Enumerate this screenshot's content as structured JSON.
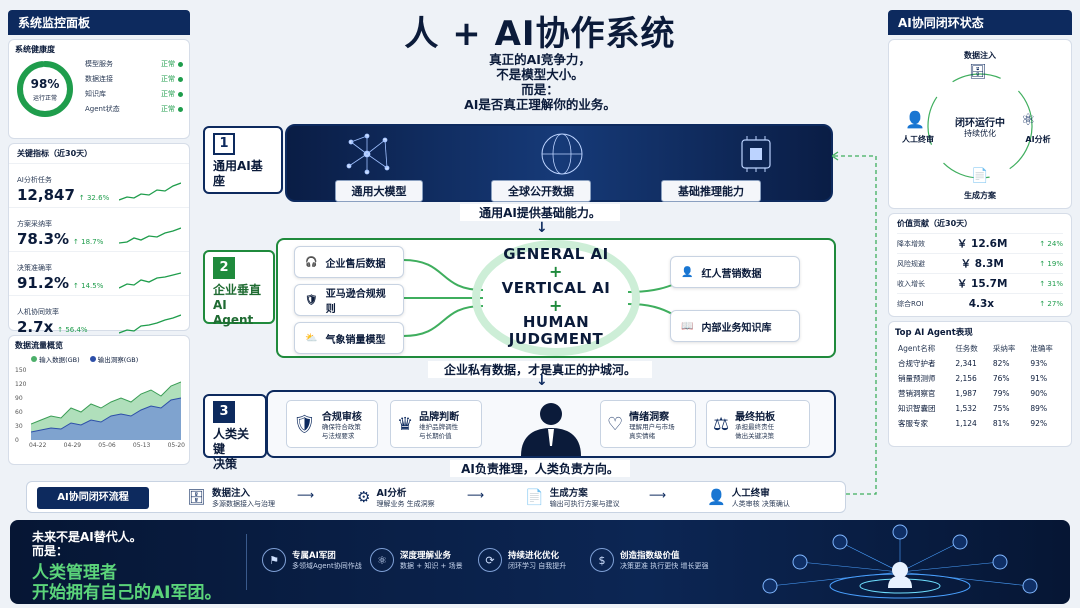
{
  "title": "人 + AI协作系统",
  "subtitle": [
    "真正的AI竞争力，",
    "不是模型大小。",
    "而是：",
    "AI是否真正理解你的业务。"
  ],
  "left_panel": {
    "header": "系统监控面板",
    "health": {
      "title": "系统健康度",
      "percent": "98%",
      "status": "运行正常",
      "percent_value": 0.98,
      "items": [
        {
          "name": "模型服务",
          "status": "正常"
        },
        {
          "name": "数据连接",
          "status": "正常"
        },
        {
          "name": "知识库",
          "status": "正常"
        },
        {
          "name": "Agent状态",
          "status": "正常"
        }
      ]
    },
    "kpi": {
      "title": "关键指标（近30天）",
      "items": [
        {
          "label": "AI分析任务",
          "value": "12,847",
          "change": "↑ 32.6%"
        },
        {
          "label": "方案采纳率",
          "value": "78.3%",
          "change": "↑ 18.7%"
        },
        {
          "label": "决策准确率",
          "value": "91.2%",
          "change": "↑ 14.5%"
        },
        {
          "label": "人机协同效率",
          "value": "2.7x",
          "change": "↑ 56.4%"
        }
      ]
    },
    "traffic": {
      "title": "数据流量概览",
      "legend_in": "输入数据(GB)",
      "legend_out": "输出洞察(GB)",
      "y_ticks": [
        "150",
        "120",
        "90",
        "60",
        "30",
        "0"
      ],
      "x_ticks": [
        "04-22",
        "04-29",
        "05-06",
        "05-13",
        "05-20"
      ]
    }
  },
  "levels": {
    "l1": {
      "num": "1",
      "label": "通用AI基座",
      "chips": [
        "通用大模型",
        "全球公开数据",
        "基础推理能力"
      ],
      "caption": "通用AI提供基础能力。"
    },
    "l2": {
      "num": "2",
      "label": [
        "企业垂直",
        "AI Agent"
      ],
      "left_sources": [
        "企业售后数据",
        "亚马逊合规规则",
        "气象销量模型"
      ],
      "right_sources": [
        "红人营销数据",
        "内部业务知识库"
      ],
      "center": [
        "GENERAL AI",
        "+",
        "VERTICAL AI",
        "+",
        "HUMAN",
        "JUDGMENT"
      ],
      "caption": "企业私有数据，才是真正的护城河。"
    },
    "l3": {
      "num": "3",
      "label": [
        "人类关键",
        "决策"
      ],
      "cards": [
        {
          "title": "合规审核",
          "desc": [
            "确保符合政策",
            "与法规要求"
          ]
        },
        {
          "title": "品牌判断",
          "desc": [
            "维护品牌调性",
            "与长期价值"
          ]
        },
        {
          "title": "情绪洞察",
          "desc": [
            "理解用户与市场",
            "真实情绪"
          ]
        },
        {
          "title": "最终拍板",
          "desc": [
            "承担最终责任",
            "做出关键决策"
          ]
        }
      ],
      "caption": "AI负责推理，人类负责方向。"
    }
  },
  "flow": {
    "label": "AI协同闭环流程",
    "steps": [
      {
        "title": "数据注入",
        "desc": "多源数据接入与治理"
      },
      {
        "title": "AI分析",
        "desc": "理解业务  生成洞察"
      },
      {
        "title": "生成方案",
        "desc": "输出可执行方案与建议"
      },
      {
        "title": "人工终审",
        "desc": "人类审核  决策确认"
      }
    ]
  },
  "right_panel": {
    "header": "AI协同闭环状态",
    "loop": {
      "top": "数据注入",
      "right": "AI分析",
      "bottom": "生成方案",
      "left": "人工终审",
      "center_title": "闭环运行中",
      "center_sub": "持续优化"
    },
    "value": {
      "title": "价值贡献（近30天）",
      "items": [
        {
          "label": "降本增效",
          "value": "￥ 12.6M",
          "change": "↑ 24%"
        },
        {
          "label": "风险规避",
          "value": "￥ 8.3M",
          "change": "↑ 19%"
        },
        {
          "label": "收入增长",
          "value": "￥ 15.7M",
          "change": "↑ 31%"
        },
        {
          "label": "综合ROI",
          "value": "4.3x",
          "change": "↑ 27%"
        }
      ]
    },
    "agents": {
      "title": "Top AI Agent表现",
      "columns": [
        "Agent名称",
        "任务数",
        "采纳率",
        "准确率"
      ],
      "rows": [
        [
          "合规守护者",
          "2,341",
          "82%",
          "93%"
        ],
        [
          "销量预测师",
          "2,156",
          "76%",
          "91%"
        ],
        [
          "营销洞察官",
          "1,987",
          "79%",
          "90%"
        ],
        [
          "知识智囊团",
          "1,532",
          "75%",
          "89%"
        ],
        [
          "客服专家",
          "1,124",
          "81%",
          "92%"
        ]
      ]
    }
  },
  "footer": {
    "line1": "未来不是AI替代人。",
    "line2": "而是：",
    "line3": "人类管理者",
    "line4": "开始拥有自己的AI军团。",
    "items": [
      {
        "title": "专属AI军团",
        "desc": "多领域Agent协同作战"
      },
      {
        "title": "深度理解业务",
        "desc": "数据 + 知识 + 场景"
      },
      {
        "title": "持续进化优化",
        "desc": "闭环学习  自我提升"
      },
      {
        "title": "创造指数级价值",
        "desc": "决策更准 执行更快 增长更强"
      }
    ]
  }
}
